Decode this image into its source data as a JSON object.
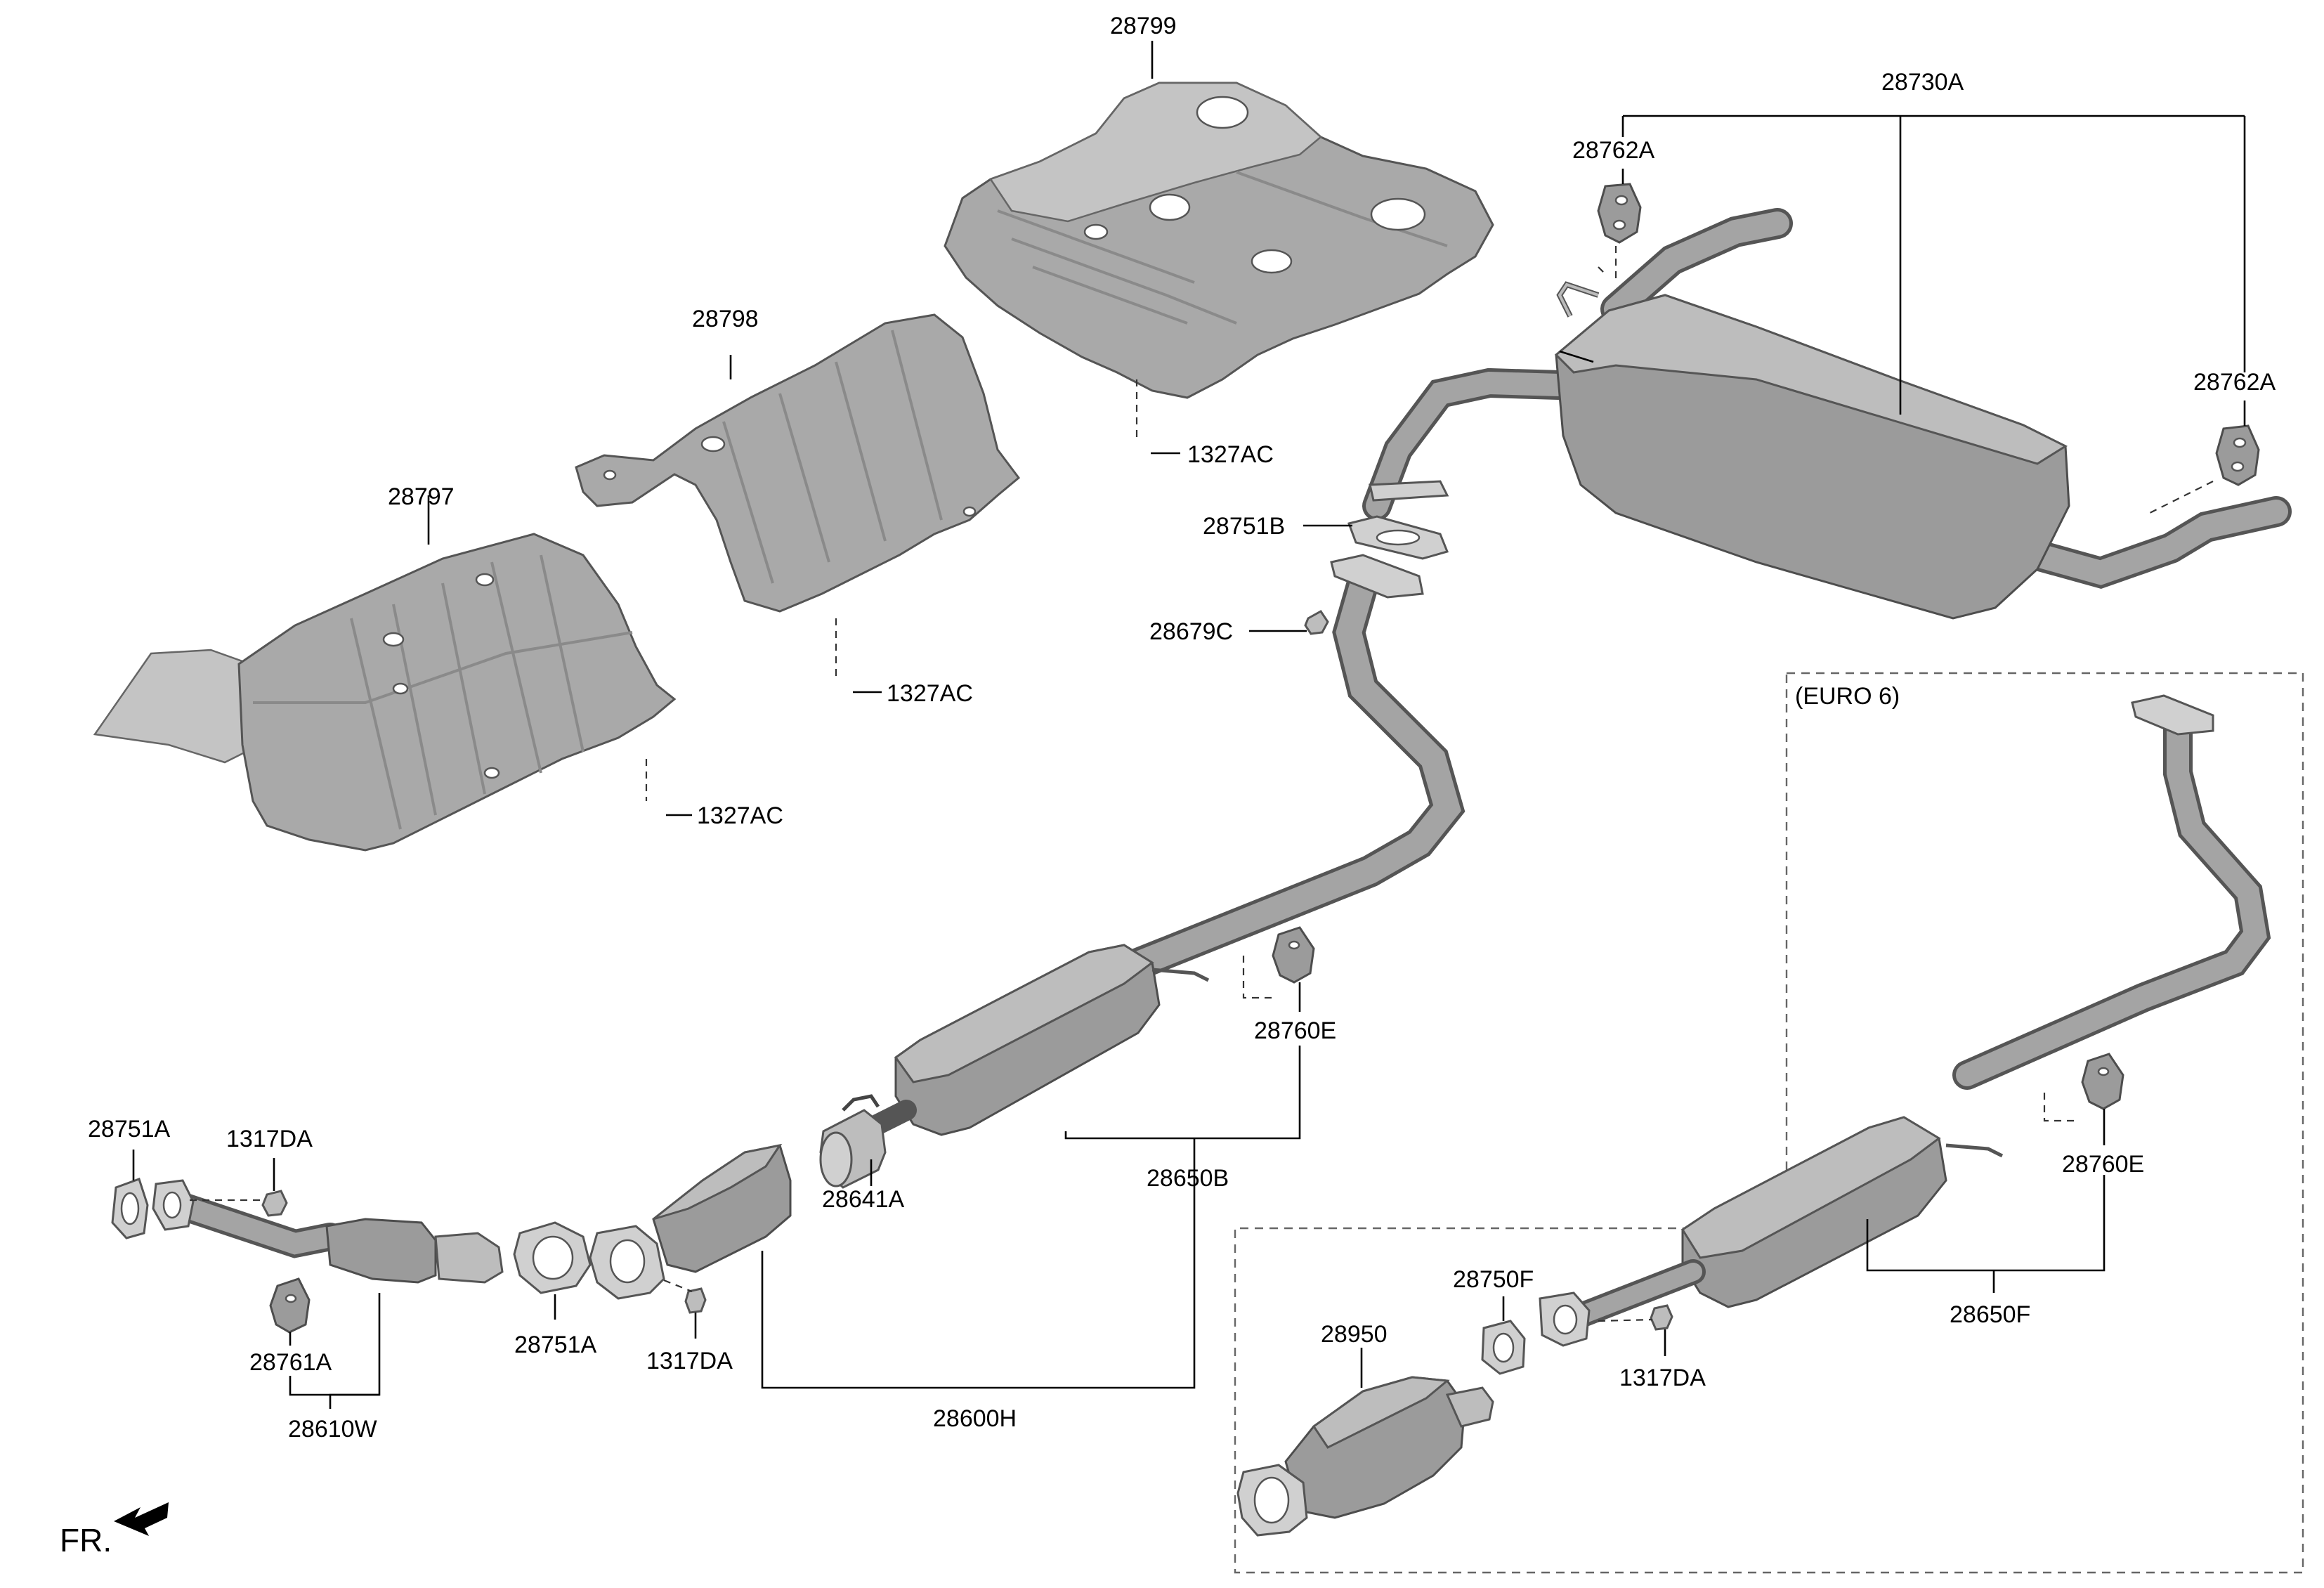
{
  "diagram": {
    "box_title": "(EURO 6)",
    "front_label": "FR.",
    "labels": {
      "p28799": "28799",
      "p28730A": "28730A",
      "p28762A_top": "28762A",
      "p28762A_right": "28762A",
      "p28798": "28798",
      "p1327AC_a": "1327AC",
      "p28797": "28797",
      "p28751B": "28751B",
      "p28679C": "28679C",
      "p1327AC_b": "1327AC",
      "p1327AC_c": "1327AC",
      "p28760E_a": "28760E",
      "p28760E_b": "28760E",
      "p28751A_a": "28751A",
      "p1317DA_a": "1317DA",
      "p28641A": "28641A",
      "p28650B": "28650B",
      "p28750F": "28750F",
      "p28950": "28950",
      "p28650F": "28650F",
      "p1317DA_c": "1317DA",
      "p28751A_b": "28751A",
      "p1317DA_b": "1317DA",
      "p28761A": "28761A",
      "p28610W": "28610W",
      "p28600H": "28600H"
    }
  }
}
